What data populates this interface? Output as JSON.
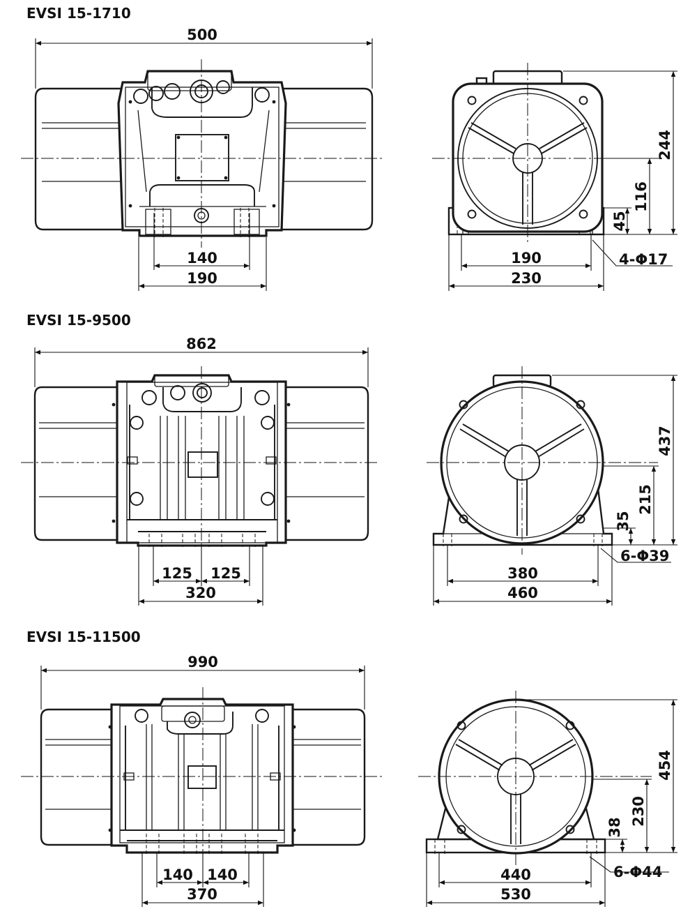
{
  "models": [
    {
      "title": "EVSI 15-1710",
      "front": {
        "overall": "500",
        "inner": "140",
        "outer": "190"
      },
      "side": {
        "height": "244",
        "center_height": "116",
        "foot_height": "45",
        "inner": "190",
        "outer": "230",
        "holes": "4-Φ17"
      }
    },
    {
      "title": "EVSI 15-9500",
      "front": {
        "overall": "862",
        "left": "125",
        "right": "125",
        "outer": "320"
      },
      "side": {
        "height": "437",
        "center_height": "215",
        "foot_height": "35",
        "inner": "380",
        "outer": "460",
        "holes": "6-Φ39"
      }
    },
    {
      "title": "EVSI 15-11500",
      "front": {
        "overall": "990",
        "left": "140",
        "right": "140",
        "outer": "370"
      },
      "side": {
        "height": "454",
        "center_height": "230",
        "foot_height": "38",
        "inner": "440",
        "outer": "530",
        "holes": "6-Φ44"
      }
    }
  ]
}
